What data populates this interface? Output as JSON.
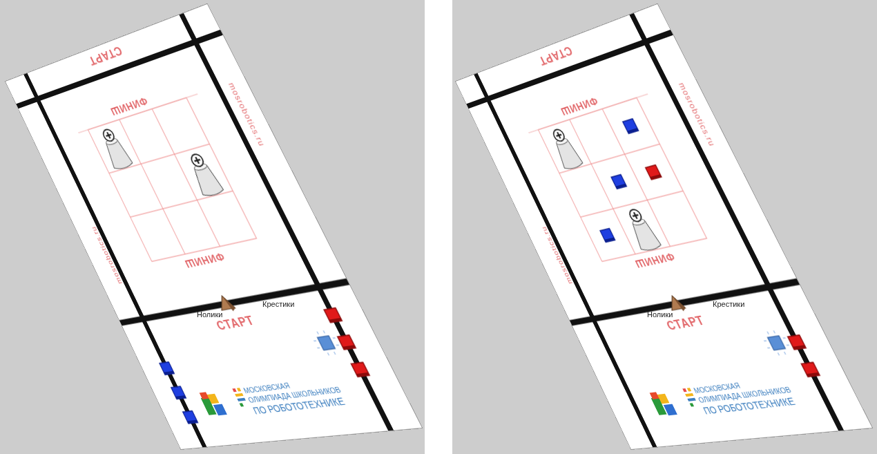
{
  "diagram": {
    "labels": [
      "СТАРТ",
      "ФИНИШ",
      "mosrobotics.ru",
      "mosrobotics.ru",
      "ФИНИШ",
      "СТАРТ",
      "Крестики",
      "Нолики",
      "МОСКОВСКАЯ",
      "ОЛИМПИАДА ШКОЛЬНИКОВ",
      "ПО РОБОТОТЕХНИКЕ",
      "СТАРТ",
      "ФИНИШ",
      "mosrobotics.ru",
      "mosrobotics.ru",
      "ФИНИШ",
      "СТАРТ",
      "Крестики",
      "Нолики",
      "МОСКОВСКАЯ",
      "ОЛИМПИАДА ШКОЛЬНИКОВ",
      "ПО РОБОТОТЕХНИКЕ"
    ]
  }
}
